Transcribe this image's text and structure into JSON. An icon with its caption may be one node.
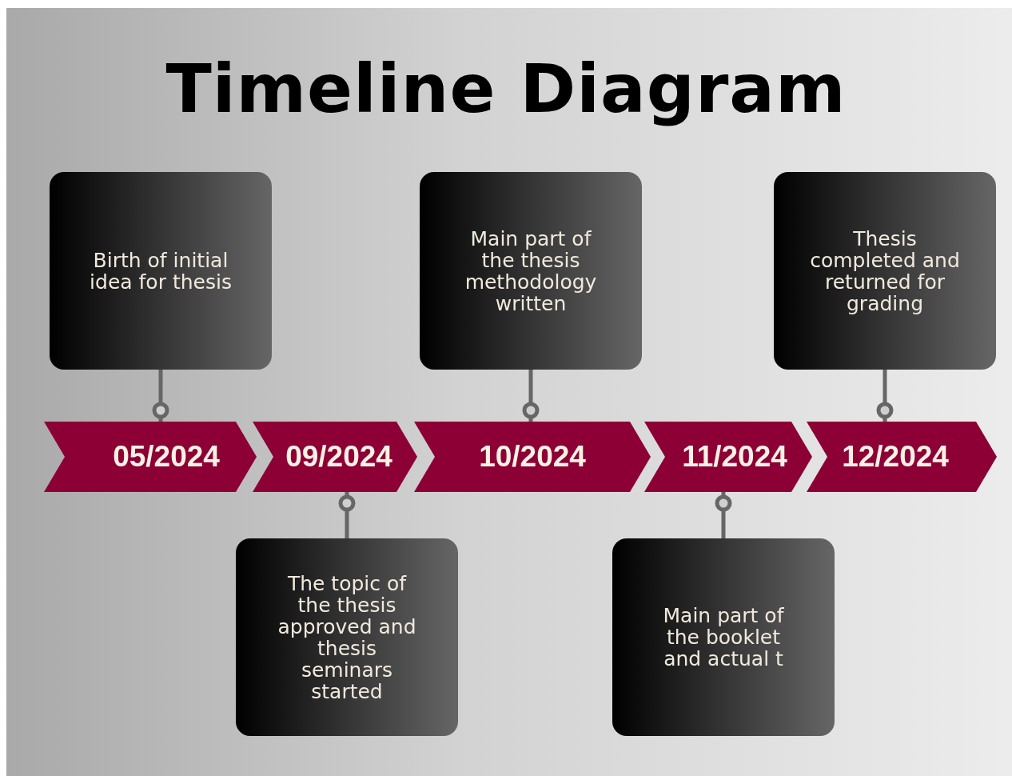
{
  "diagram": {
    "title": "Timeline Diagram",
    "nodes": [
      {
        "text": [
          "Birth of initial idea for thesis"
        ]
      },
      {
        "text": [
          "Main part of the thesis methodology written"
        ]
      },
      {
        "text": [
          "Thesis completed and returned for grading"
        ]
      },
      {
        "text": [
          "05/2024"
        ]
      },
      {
        "text": [
          "09/2024"
        ]
      },
      {
        "text": [
          "10/2024"
        ]
      },
      {
        "text": [
          "11/2024"
        ]
      },
      {
        "text": [
          "12/2024"
        ]
      },
      {
        "text": [
          "The topic of the thesis approved and thesis seminars started"
        ]
      },
      {
        "text": [
          "Main part of the booklet and actual t"
        ]
      }
    ],
    "edges": [
      {
        "from": 0,
        "to": 3,
        "arrow": "other"
      },
      {
        "from": 1,
        "to": 5,
        "arrow": "other"
      },
      {
        "from": 2,
        "to": 7,
        "arrow": "other"
      },
      {
        "from": 8,
        "to": 4,
        "arrow": "other"
      },
      {
        "from": 9,
        "to": 6,
        "arrow": "other"
      }
    ]
  }
}
